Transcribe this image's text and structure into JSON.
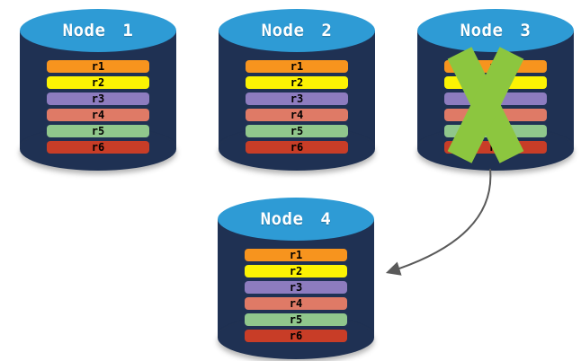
{
  "diagram": {
    "nodes": [
      {
        "label": "Node 1",
        "crossed_out": false
      },
      {
        "label": "Node 2",
        "crossed_out": false
      },
      {
        "label": "Node 3",
        "crossed_out": true
      },
      {
        "label": "Node 4",
        "crossed_out": false
      }
    ],
    "replicas": [
      {
        "label": "r1",
        "color": "#F7941E"
      },
      {
        "label": "r2",
        "color": "#FCF303"
      },
      {
        "label": "r3",
        "color": "#8D7CBF"
      },
      {
        "label": "r4",
        "color": "#DF7A66"
      },
      {
        "label": "r5",
        "color": "#90C78C"
      },
      {
        "label": "r6",
        "color": "#C83D27"
      }
    ],
    "icons": {
      "x_mark": "x-mark",
      "arrow": "curved-arrow"
    },
    "colors": {
      "cylinder_body": "#1F3153",
      "cylinder_top": "#2E9BD5",
      "failure_x": "#8CC63F",
      "arrow": "#5A5A5A"
    }
  }
}
